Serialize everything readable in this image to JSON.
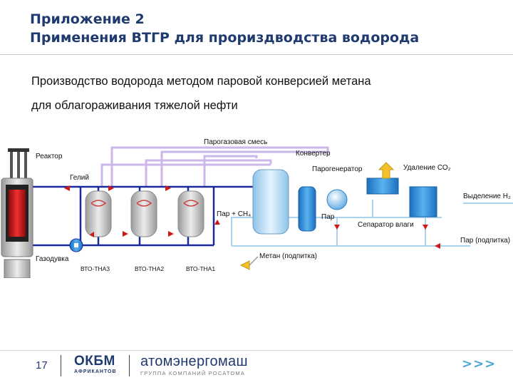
{
  "header": {
    "title_line1": "Приложение 2",
    "title_line2": "Применения ВТГР для прориздводства водорода"
  },
  "subtitle": {
    "line1": "Производство водорода методом паровой конверсией метана",
    "line2": "для облагораживания тяжелой нефти"
  },
  "diagram": {
    "labels": {
      "reactor": "Реактор",
      "gas_mix": "Парогазовая смесь",
      "converter": "Конвертер",
      "steam_generator": "Парогенератор",
      "co2_removal": "Удаление СО₂",
      "helium": "Гелий",
      "h2_output": "Выделение H₂",
      "steam_ch4": "Пар + CH₄",
      "steam": "Пар",
      "separator": "Сепаратор влаги",
      "steam_feed": "Пар (подпитка)",
      "blower": "Газодувка",
      "methane_feed": "Метан (подпитка)",
      "hx3": "ВТО-ТНА3",
      "hx2": "ВТО-ТНА2",
      "hx1": "ВТО-ТНА1"
    }
  },
  "footer": {
    "page_number": "17",
    "logo1_main": "ОКБМ",
    "logo1_sub": "АФРИКАНТОВ",
    "logo2_main": "атомэнергомаш",
    "logo2_sub": "ГРУППА КОМПАНИЙ РОСАТОМА",
    "nav": ">>>"
  },
  "colors": {
    "title": "#1f3a6e",
    "helium_pipe": "#1a2a9c",
    "gas_pipe": "#c8b3e8",
    "steam_pipe": "#a9d3ec",
    "equipment_blue": "#2d8fd6",
    "reactor_core": "#d11a1a",
    "arrows": "#d01818",
    "nav_arrows": "#4aa7d6"
  },
  "icons": [
    "reactor-vessel-icon",
    "converter-icon",
    "steam-generator-icon",
    "separator-icon",
    "co2-removal-icon",
    "blower-icon",
    "heat-exchanger-icon"
  ]
}
